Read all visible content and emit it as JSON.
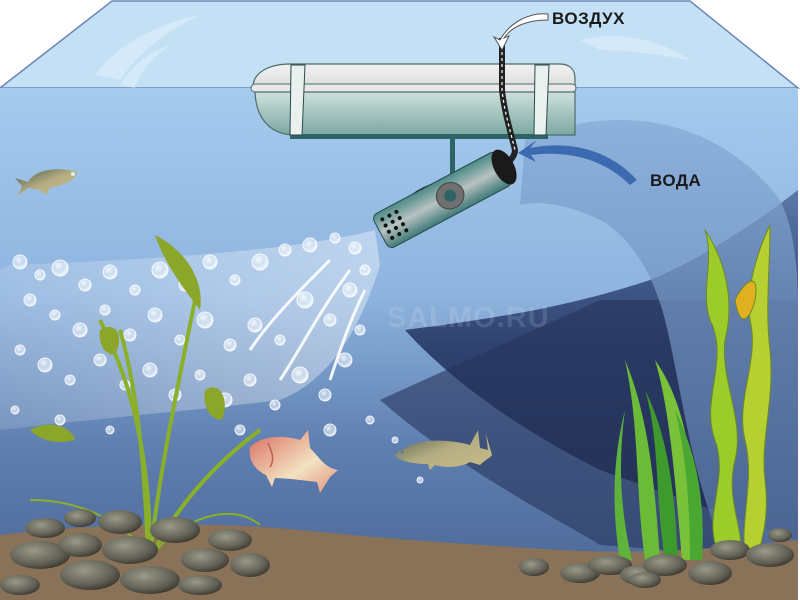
{
  "labels": {
    "air": "ВОЗДУХ",
    "water": "ВОДА"
  },
  "watermark": "SALMO.RU",
  "colors": {
    "tank_top": "#c2def4",
    "water_light": "#9ec6ea",
    "water_mid": "#6a8cbd",
    "water_deep": "#243254",
    "current_band": "#7fa3d0",
    "sand": "#8a7258",
    "float_body": "#b9d0cc",
    "tube": "#5e8c8a",
    "arrow_water": "#3c6ab0",
    "fish_olive": "#a9a477",
    "fish_pink": "#d9856e"
  },
  "elements": {
    "float": "aerator-float",
    "nozzle": "aerator-nozzle",
    "air_hose": "air-intake-hose",
    "bubble_jet": "bubble-stream",
    "fish_count": 3,
    "plant_groups": 3
  }
}
